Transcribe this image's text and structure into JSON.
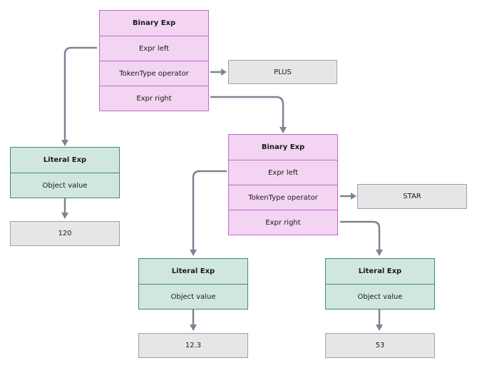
{
  "nodes": {
    "root": {
      "title": "Binary Exp",
      "fields": [
        "Expr left",
        "TokenType operator",
        "Expr right"
      ]
    },
    "root_operator": "PLUS",
    "left_literal": {
      "title": "Literal Exp",
      "field": "Object value",
      "value": "120"
    },
    "inner": {
      "title": "Binary Exp",
      "fields": [
        "Expr left",
        "TokenType operator",
        "Expr right"
      ]
    },
    "inner_operator": "STAR",
    "inner_left_literal": {
      "title": "Literal Exp",
      "field": "Object value",
      "value": "12.3"
    },
    "inner_right_literal": {
      "title": "Literal Exp",
      "field": "Object value",
      "value": "53"
    }
  },
  "colors": {
    "binary_fill": "#f3d4f3",
    "binary_border": "#c36bc6",
    "literal_fill": "#d0e6e1",
    "literal_border": "#3e8c74",
    "value_fill": "#e4e6e8",
    "edge": "#7b8592"
  }
}
